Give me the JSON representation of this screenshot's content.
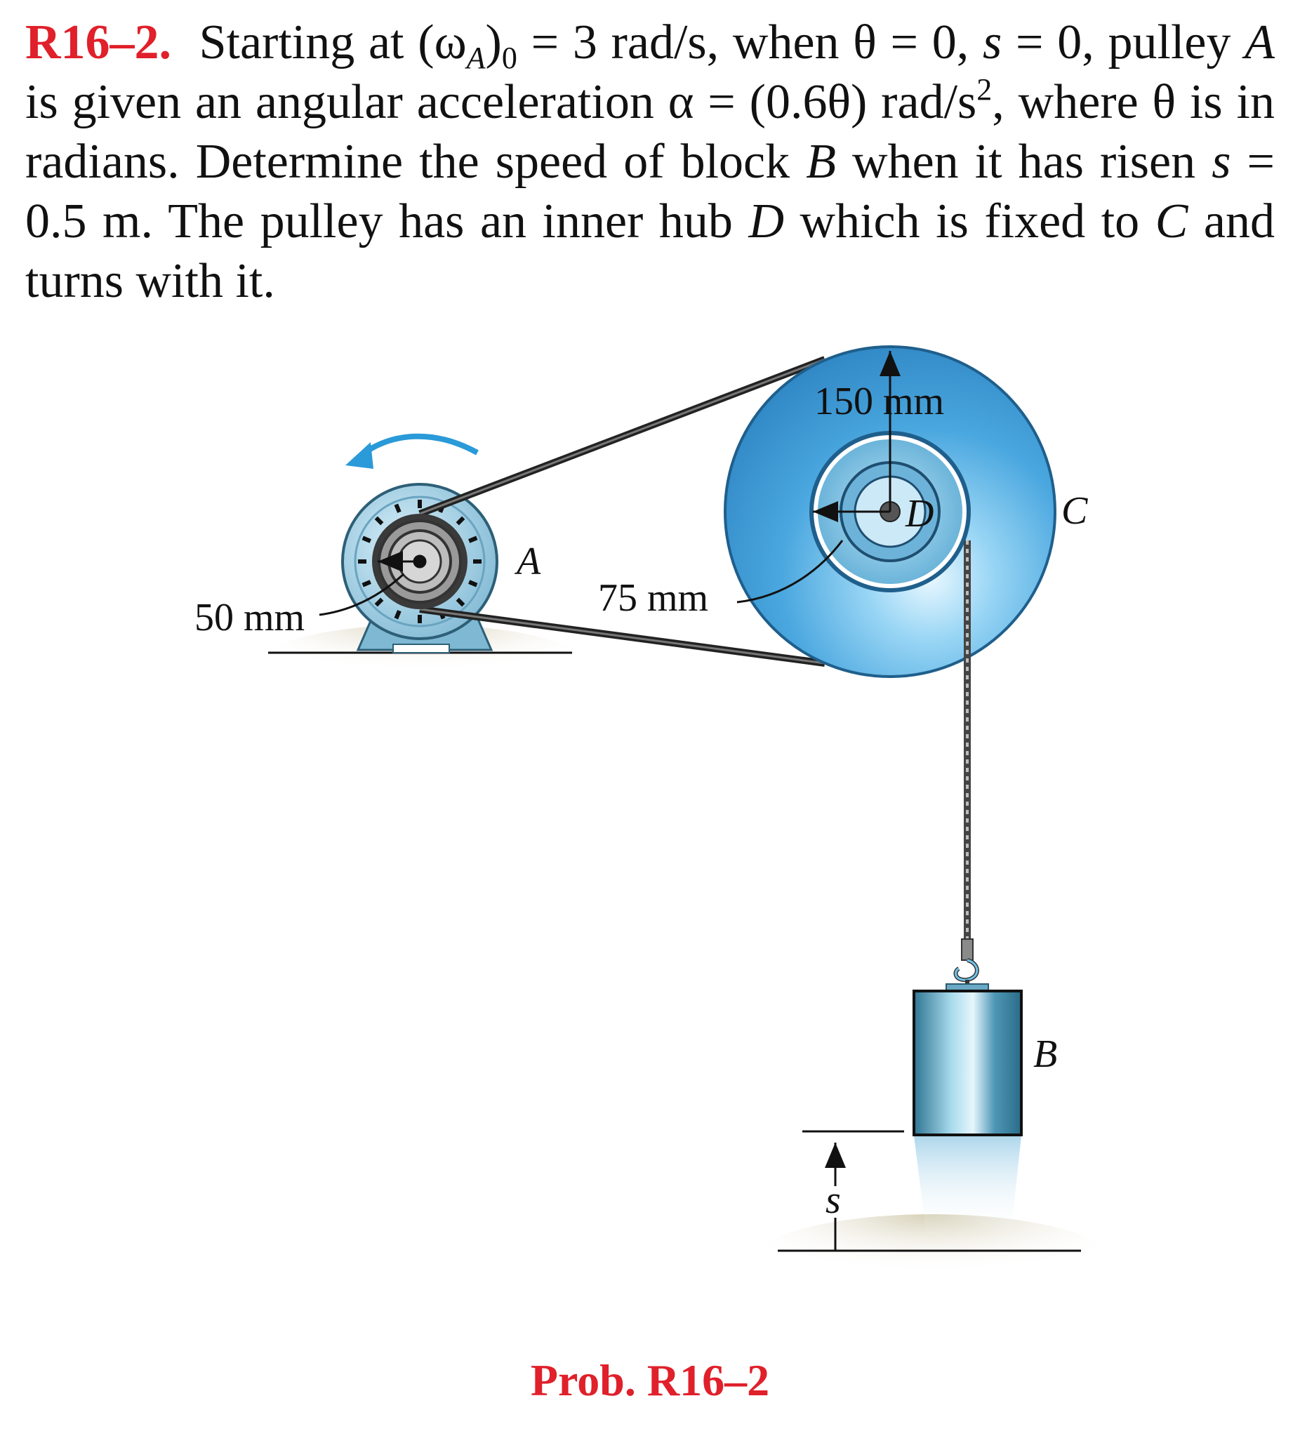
{
  "problem": {
    "number": "R16–2.",
    "text_starting": "Starting at (ω",
    "omega_sub": "A",
    "text_omega_tail": ")",
    "omega0_sub": "0",
    "text_after_omega": " = 3 rad/s, when θ = 0, ",
    "var_s": "s",
    "text_after_s": " = 0, pulley ",
    "var_A": "A",
    "text_after_A": " is given an angular acceleration α = (0.6θ) rad/s",
    "alpha_sup": "2",
    "text_after_alpha": ", where θ is in radians. Determine the speed of block ",
    "var_B": "B",
    "text_after_B": " when it has risen ",
    "var_s2": "s",
    "text_after_s2": " = 0.5 m. The pulley has an inner hub ",
    "var_D": "D",
    "text_after_D": " which is fixed to ",
    "var_C": "C",
    "text_after_C": " and turns with it."
  },
  "figure": {
    "label_A": "A",
    "label_B": "B",
    "label_C": "C",
    "label_D": "D",
    "label_s": "s",
    "dim_50": "50 mm",
    "dim_75": "75 mm",
    "dim_150": "150 mm",
    "colors": {
      "pulley_light": "#c8ecfb",
      "pulley_main": "#5ab4e6",
      "pulley_dark": "#2f86c4",
      "motor": "#8fc4dc",
      "block": "#3f8eac",
      "arrow": "#2a9ad8",
      "ground": "#d9d3bd"
    }
  },
  "caption": "Prob. R16–2"
}
